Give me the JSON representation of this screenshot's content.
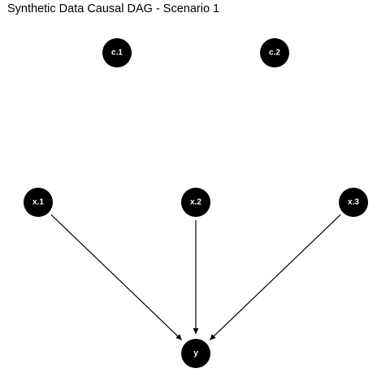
{
  "title": "Synthetic Data Causal DAG - Scenario 1",
  "colors": {
    "node_fill": "#000000",
    "node_text": "#ffffff",
    "edge": "#000000",
    "background": "#ffffff"
  },
  "nodes": [
    {
      "id": "c1",
      "label": "c.1"
    },
    {
      "id": "c2",
      "label": "c.2"
    },
    {
      "id": "x1",
      "label": "x.1"
    },
    {
      "id": "x2",
      "label": "x.2"
    },
    {
      "id": "x3",
      "label": "x.3"
    },
    {
      "id": "y",
      "label": "y"
    }
  ],
  "edges": [
    {
      "from": "x1",
      "to": "y"
    },
    {
      "from": "x2",
      "to": "y"
    },
    {
      "from": "x3",
      "to": "y"
    }
  ]
}
